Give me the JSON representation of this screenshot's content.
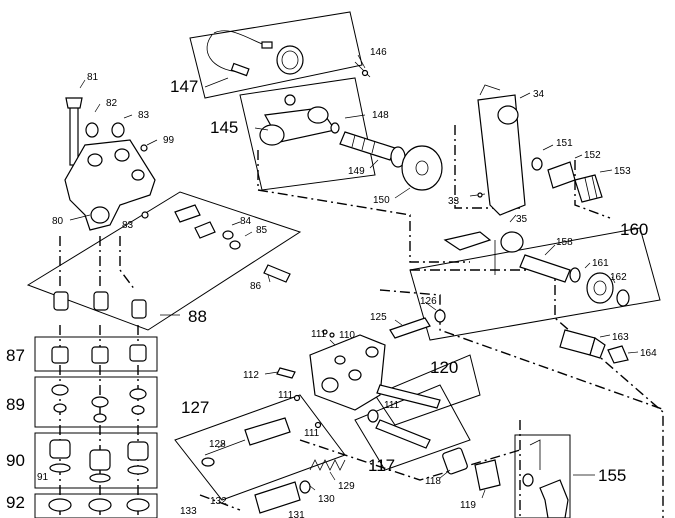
{
  "callouts": {
    "c33": "33",
    "c34": "34",
    "c35": "35",
    "c80": "80",
    "c81": "81",
    "c82": "82",
    "c83a": "83",
    "c83b": "83",
    "c84": "84",
    "c85": "85",
    "c86": "86",
    "c87": "87",
    "c88": "88",
    "c89": "89",
    "c90": "90",
    "c91": "91",
    "c92": "92",
    "c99": "99",
    "c110": "110",
    "c111a": "111",
    "c111b": "111",
    "c111c": "111",
    "c111d": "111",
    "c112": "112",
    "c117": "117",
    "c118": "118",
    "c119": "119",
    "c120": "120",
    "c125": "125",
    "c126": "126",
    "c127": "127",
    "c128": "128",
    "c129": "129",
    "c130": "130",
    "c131": "131",
    "c132": "132",
    "c133": "133",
    "c145": "145",
    "c146": "146",
    "c147": "147",
    "c148": "148",
    "c149": "149",
    "c150": "150",
    "c151": "151",
    "c152": "152",
    "c153": "153",
    "c155": "155",
    "c158": "158",
    "c160": "160",
    "c161": "161",
    "c162": "162",
    "c163": "163",
    "c164": "164"
  }
}
